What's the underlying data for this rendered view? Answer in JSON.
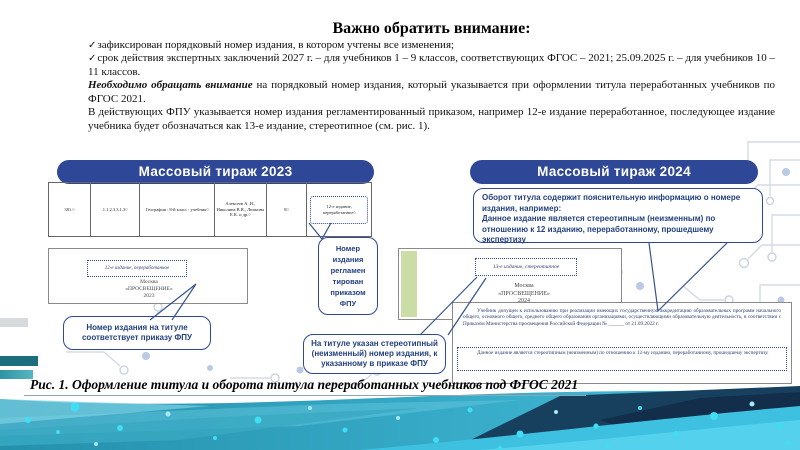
{
  "icons": {
    "check": "✓"
  },
  "colors": {
    "navy": "#2e4796",
    "diagram_text": "#23407e",
    "teal": "#2ba6c4",
    "green_strip": "#cbdca7"
  },
  "header": {
    "title": "Важно обратить внимание:",
    "check1": "зафиксирован порядковый номер издания, в котором учтены все изменения;",
    "check2": "срок действия экспертных заключений 2027 г. – для учебников 1 – 9 классов, соответствующих ФГОС – 2021; 25.09.2025 г. – для учебников 10 – 11 классов.",
    "note_lead": "Необходимо обращать внимание",
    "note_rest": " на порядковый номер издания, который указывается при оформлении титула переработанных учебников по ФГОС 2021.",
    "para": "В действующих ФПУ указывается номер издания регламентированный приказом, например 12-е издание переработанное, последующее издание учебника будет обозначаться как 13-е издание, стереотипное (см. рис. 1)."
  },
  "left_diagram": {
    "pill": "Массовый тираж 2023",
    "table": {
      "cells": [
        "381.¤",
        "1.1.2.3.3.1.3¤",
        "География : 8-й класс : учебник¤",
        "Алексеев А. И., Николина В.В., Липкина Е.К. и др.¤",
        "8¤",
        "12-е издание, переработанное¤"
      ]
    },
    "title_page": {
      "edition": "12-е издание, переработанное",
      "imprint": "Москва\n«ПРОСВЕЩЕНИЕ»\n2023"
    },
    "callout": "Номер издания на титуле соответствует приказу ФПУ"
  },
  "middle": {
    "order_box": "Номер\nиздания\nрегламен\nтирован\nприказом\nФПУ",
    "callout": "На титуле указан стереотипный (неизменный) номер издания, к указанному в приказе ФПУ"
  },
  "right_diagram": {
    "pill": "Массовый тираж 2024",
    "info_box": "Оборот титула содержит пояснительную информацию о номере издания, например:\nДанное издание является стереотипным (неизменным) по отношению к 12 изданию, переработанному, прошедшему экспертизу",
    "title_page": {
      "edition": "13-е издание, стереотипное",
      "imprint": "Москва\n«ПРОСВЕЩЕНИЕ»\n2024"
    },
    "oborot": {
      "paragraph": "Учебник допущен к использованию при реализации имеющих государственную аккредитацию образовательных программ начального общего, основного общего, среднего общего образования организациями, осуществляющими образовательную деятельность, в соответствии с Приказом Министерства просвещения Российской Федерации №  ______  от 21.09.2022 г.",
      "note": "Данное издание является стереотипным (неизменным) по отношению к 12-му изданию, переработанному, прошедшему экспертизу."
    }
  },
  "caption": "Рис. 1. Оформление титула и оборота титула переработанных учебников под ФГОС 2021"
}
